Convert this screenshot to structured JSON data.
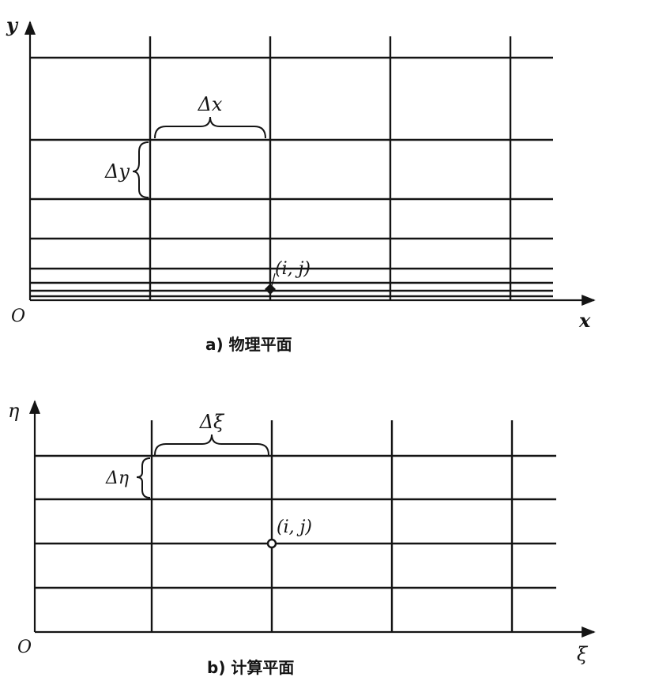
{
  "panel_a": {
    "caption": "a) 物理平面",
    "axis_y": "y",
    "axis_x": "x",
    "origin": "O",
    "delta_x": "Δx",
    "delta_y": "Δy",
    "node": "(i, j)"
  },
  "panel_b": {
    "caption": "b) 计算平面",
    "axis_y": "η",
    "axis_x": "ξ",
    "origin": "O",
    "delta_xi": "Δξ",
    "delta_eta": "Δη",
    "node": "(i, j)"
  }
}
